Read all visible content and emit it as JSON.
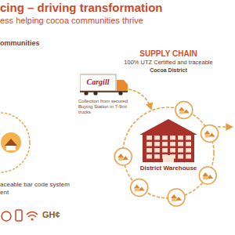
{
  "diagram": {
    "title": "cing – driving transformation",
    "nodes": [
      {
        "text": [
          "Cargill"
        ]
      },
      {
        "text": [
          "District Warehouse"
        ]
      }
    ],
    "labels": [
      "ess helping cocoa communities thrive",
      "ommunities",
      "SUPPLY CHAIN",
      "100% UTZ Certified and traceable",
      "Cocoa District",
      "Collection from secured Buying Station in 7-9mt trucks",
      "aceable bar code system",
      "ent",
      "GH¢"
    ]
  }
}
